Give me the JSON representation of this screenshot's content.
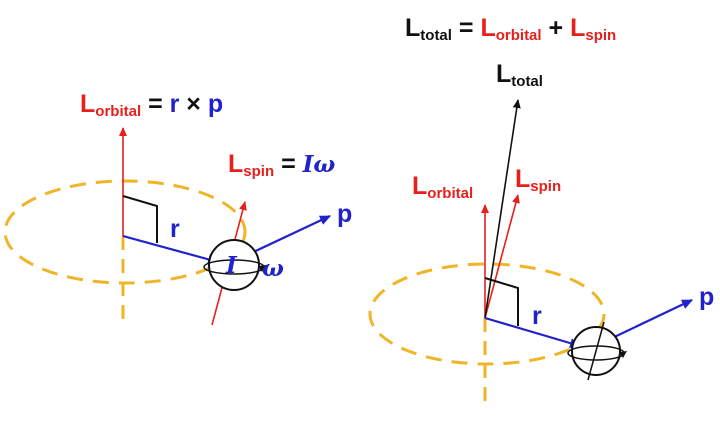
{
  "colors": {
    "orbital": "#e8201c",
    "vector": "#2222cc",
    "total": "#111111",
    "orbit_path": "#f0b429"
  },
  "left": {
    "formula": {
      "L": "L",
      "sub": "orbital",
      "eq": " = ",
      "r": "r",
      "times": " × ",
      "p": "p"
    },
    "spin_formula": {
      "L": "L",
      "sub": "spin",
      "eq": " = ",
      "I": "I",
      "omega": "ω"
    },
    "r_label": "r",
    "p_label": "p",
    "I_label": "I",
    "omega_label": "ω"
  },
  "right": {
    "equation": {
      "L1": "L",
      "sub1": "total",
      "eq": " = ",
      "L2": "L",
      "sub2": "orbital",
      "plus": " + ",
      "L3": "L",
      "sub3": "spin"
    },
    "total_label": {
      "L": "L",
      "sub": "total"
    },
    "orbital_label": {
      "L": "L",
      "sub": "orbital"
    },
    "spin_label": {
      "L": "L",
      "sub": "spin"
    },
    "r_label": "r",
    "p_label": "p"
  }
}
